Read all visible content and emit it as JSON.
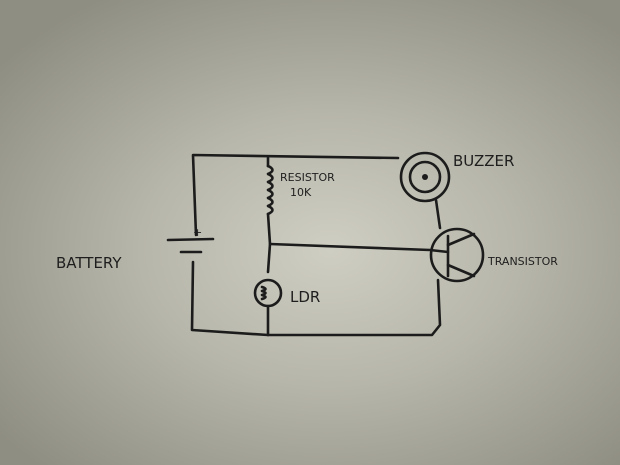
{
  "labels": {
    "battery": "BATTERY",
    "battery_plus": "+",
    "resistor_line1": "RESISTOR",
    "resistor_line2": "10K",
    "buzzer": "BUZZER",
    "transistor": "TRANSISTOR",
    "ldr": "LDR"
  },
  "colors": {
    "ink": "#1c1c1c",
    "paper": "#cfcec2"
  }
}
